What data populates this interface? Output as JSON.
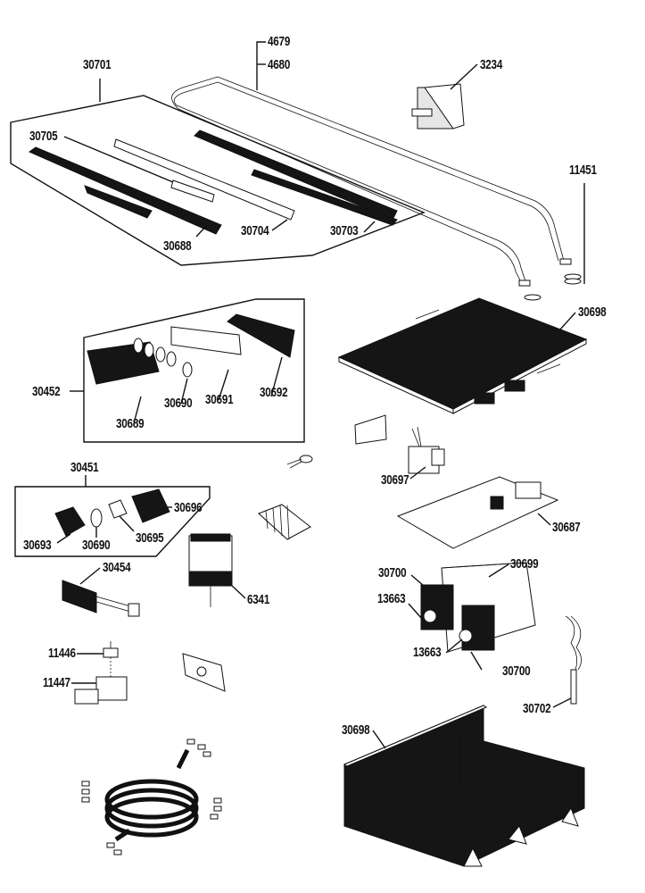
{
  "diagram": {
    "type": "exploded-parts-diagram",
    "background": "#ffffff",
    "ink_color": "#111111",
    "groups": [
      {
        "id": "30701",
        "contains": [
          "30705",
          "30688",
          "30704",
          "30703"
        ]
      },
      {
        "id": "30452",
        "contains": [
          "30689",
          "30690",
          "30691",
          "30692"
        ]
      },
      {
        "id": "30451",
        "contains": [
          "30693",
          "30690",
          "30695",
          "30696"
        ]
      }
    ],
    "labels": {
      "l30701": "30701",
      "l4679": "4679",
      "l4680": "4680",
      "l3234": "3234",
      "l30705": "30705",
      "l30704": "30704",
      "l30703": "30703",
      "l30688": "30688",
      "l11451": "11451",
      "l30698a": "30698",
      "l30452": "30452",
      "l30689": "30689",
      "l30690a": "30690",
      "l30691": "30691",
      "l30692": "30692",
      "l30697": "30697",
      "l30451": "30451",
      "l30696": "30696",
      "l30695": "30695",
      "l30693": "30693",
      "l30690b": "30690",
      "l30687": "30687",
      "l30454": "30454",
      "l6341": "6341",
      "l30700a": "30700",
      "l30699": "30699",
      "l13663a": "13663",
      "l13663b": "13663",
      "l30700b": "30700",
      "l11446": "11446",
      "l11447": "11447",
      "l30702": "30702",
      "l30698b": "30698"
    }
  }
}
